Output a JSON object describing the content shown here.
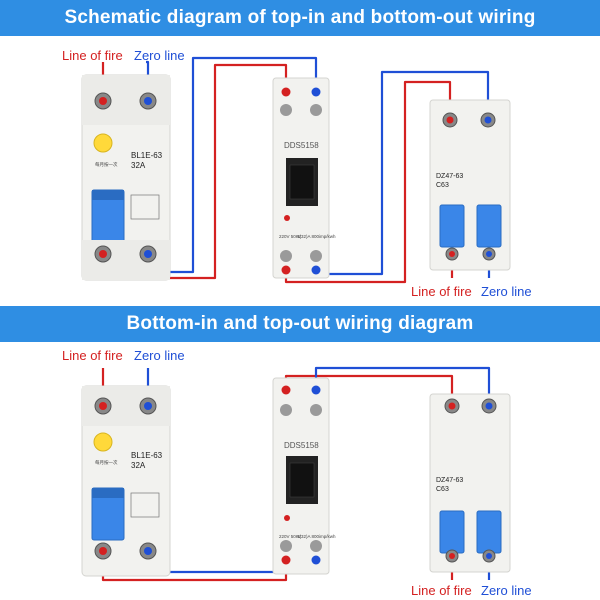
{
  "section1": {
    "title": "Schematic diagram of top-in and bottom-out wiring",
    "label_fire_left": "Line of fire",
    "label_zero_left": "Zero line",
    "label_fire_right": "Line of fire",
    "label_zero_right": "Zero line"
  },
  "section2": {
    "title": "Bottom-in and top-out wiring diagram",
    "label_fire_left": "Line of fire",
    "label_zero_left": "Zero line",
    "label_fire_right": "Line of fire",
    "label_zero_right": "Zero line"
  },
  "rcd": {
    "model": "BL1E-63",
    "rating": "32A",
    "test_text": "每月按一次"
  },
  "meter": {
    "model": "DDS5158",
    "spec_left": "220V 50Hz",
    "spec_right": "5(32)A 800imp/kwh"
  },
  "mcb": {
    "model": "DZ47-63",
    "rating": "C63"
  },
  "colors": {
    "banner": "#2f8ee3",
    "live": "#d42121",
    "neutral": "#1f4fd6",
    "device_body": "#f2f2ef",
    "handle": "#3a86e8"
  }
}
